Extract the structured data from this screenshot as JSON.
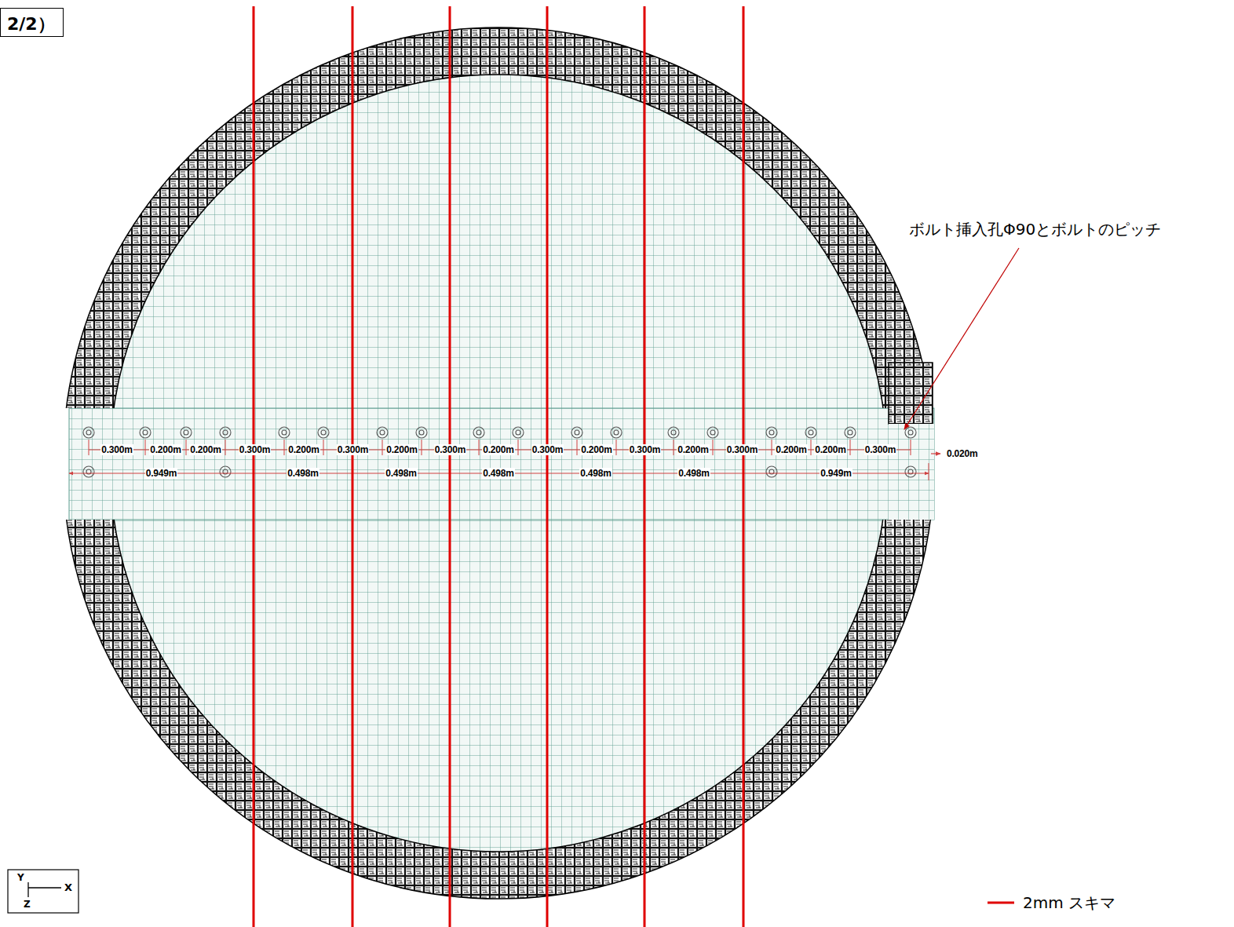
{
  "diagram": {
    "nodes": [
      {
        "text": [
          "2/2）"
        ]
      }
    ],
    "labels": [
      "ボルト挿入孔Φ90とボルトのピッチ",
      "0.300m",
      "0.200m",
      "0.200m",
      "0.300m",
      "0.200m",
      "0.300m",
      "0.200m",
      "0.300m",
      "0.200m",
      "0.300m",
      "0.200m",
      "0.300m",
      "0.200m",
      "0.300m",
      "0.200m",
      "0.200m",
      "0.300m",
      "0.949m",
      "0.498m",
      "0.498m",
      "0.498m",
      "0.498m",
      "0.498m",
      "0.949m",
      "0.020m",
      "Y",
      "X",
      "Z"
    ],
    "legend": [
      {
        "text": "2mm スキマ"
      }
    ]
  }
}
